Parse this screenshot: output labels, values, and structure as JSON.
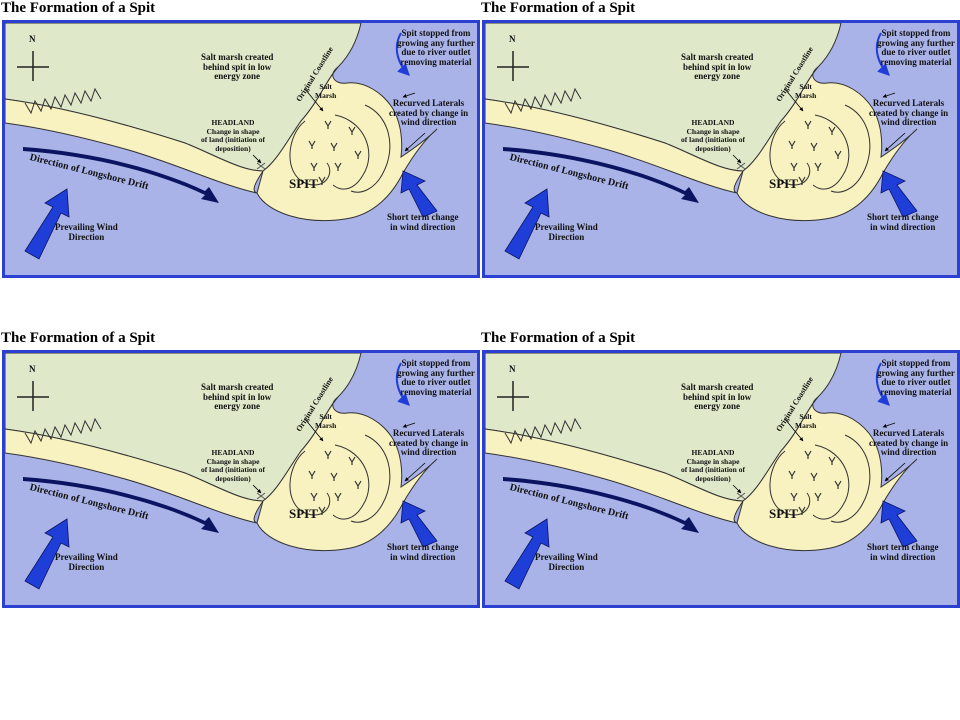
{
  "title": "The Formation of a Spit",
  "labels": {
    "north": "N",
    "salt_marsh_created": [
      "Salt marsh created",
      "behind spit in low",
      "energy zone"
    ],
    "original_coastline": "Original Coastline",
    "salt_marsh": [
      "Salt",
      "Marsh"
    ],
    "spit_stopped": [
      "Spit stopped from",
      "growing any further",
      "due to river outlet",
      "removing material"
    ],
    "recurved_laterals": [
      "Recurved Laterals",
      "created by change in",
      "wind direction"
    ],
    "headland": [
      "HEADLAND",
      "Change in shape",
      "of land (initiation of",
      "deposition)"
    ],
    "spit": "SPIT",
    "longshore_drift": "Direction of Longshore Drift",
    "prevailing_wind": [
      "Prevailing Wind",
      "Direction"
    ],
    "short_term_change": [
      "Short term change",
      "in wind direction"
    ]
  },
  "colors": {
    "frame": "#2b3fd0",
    "land": "#dfe9c9",
    "sea": "#aab3e8",
    "sand": "#f8f1c0",
    "arrow_blue": "#1f3ed8",
    "drift_arrow": "#0b1460"
  },
  "icons": [
    "compass-icon",
    "wind-arrow-icon",
    "drift-arrow-icon",
    "marsh-plant-icon"
  ]
}
